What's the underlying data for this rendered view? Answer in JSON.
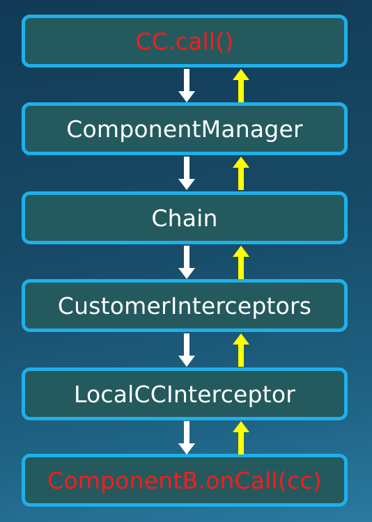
{
  "diagram": {
    "boxes": [
      {
        "label": "CC.call()",
        "color": "#ff1a1a"
      },
      {
        "label": "ComponentManager",
        "color": "#ffffff"
      },
      {
        "label": "Chain",
        "color": "#ffffff"
      },
      {
        "label": "CustomerInterceptors",
        "color": "#ffffff"
      },
      {
        "label": "LocalCCInterceptor",
        "color": "#ffffff"
      },
      {
        "label": "ComponentB.onCall(cc)",
        "color": "#ff1a1a"
      }
    ],
    "down_arrow_color": "#ffffff",
    "up_arrow_color": "#ffff00",
    "box_border_color": "#1fb0ea",
    "box_fill_color": "#245a5e"
  }
}
